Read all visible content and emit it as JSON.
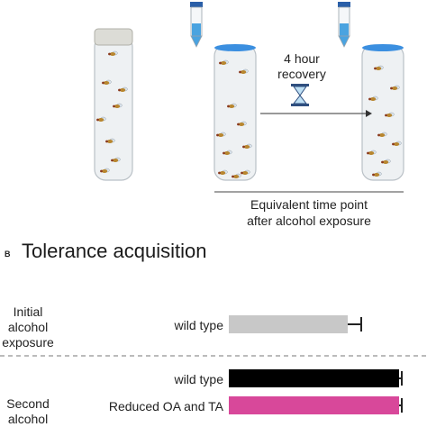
{
  "panel_a": {
    "recovery_line1": "4 hour",
    "recovery_line2": "recovery",
    "equiv_line1": "Equivalent time point",
    "equiv_line2": "after alcohol exposure"
  },
  "panel_b": {
    "letter": "B",
    "title": "Tolerance acquisition",
    "group_initial": [
      "Initial",
      "alcohol",
      "exposure"
    ],
    "group_second": [
      "Second",
      "alcohol"
    ]
  },
  "chart_data": {
    "type": "bar",
    "orientation": "horizontal",
    "categories": [
      "wild type",
      "wild type",
      "Reduced OA and TA"
    ],
    "values": [
      0.63,
      0.9,
      0.9
    ],
    "errors": [
      0.07,
      0.015,
      0.015
    ],
    "colors": [
      "#c8c8c8",
      "#000000",
      "#d8489a"
    ],
    "title": "Tolerance acquisition",
    "xlabel": "",
    "ylabel": "",
    "xlim": [
      0,
      1
    ]
  },
  "icons": {
    "vial": "vial-icon",
    "tube": "centrifuge-tube-icon",
    "timer": "hourglass-icon",
    "fly": "fruit-fly-icon"
  }
}
